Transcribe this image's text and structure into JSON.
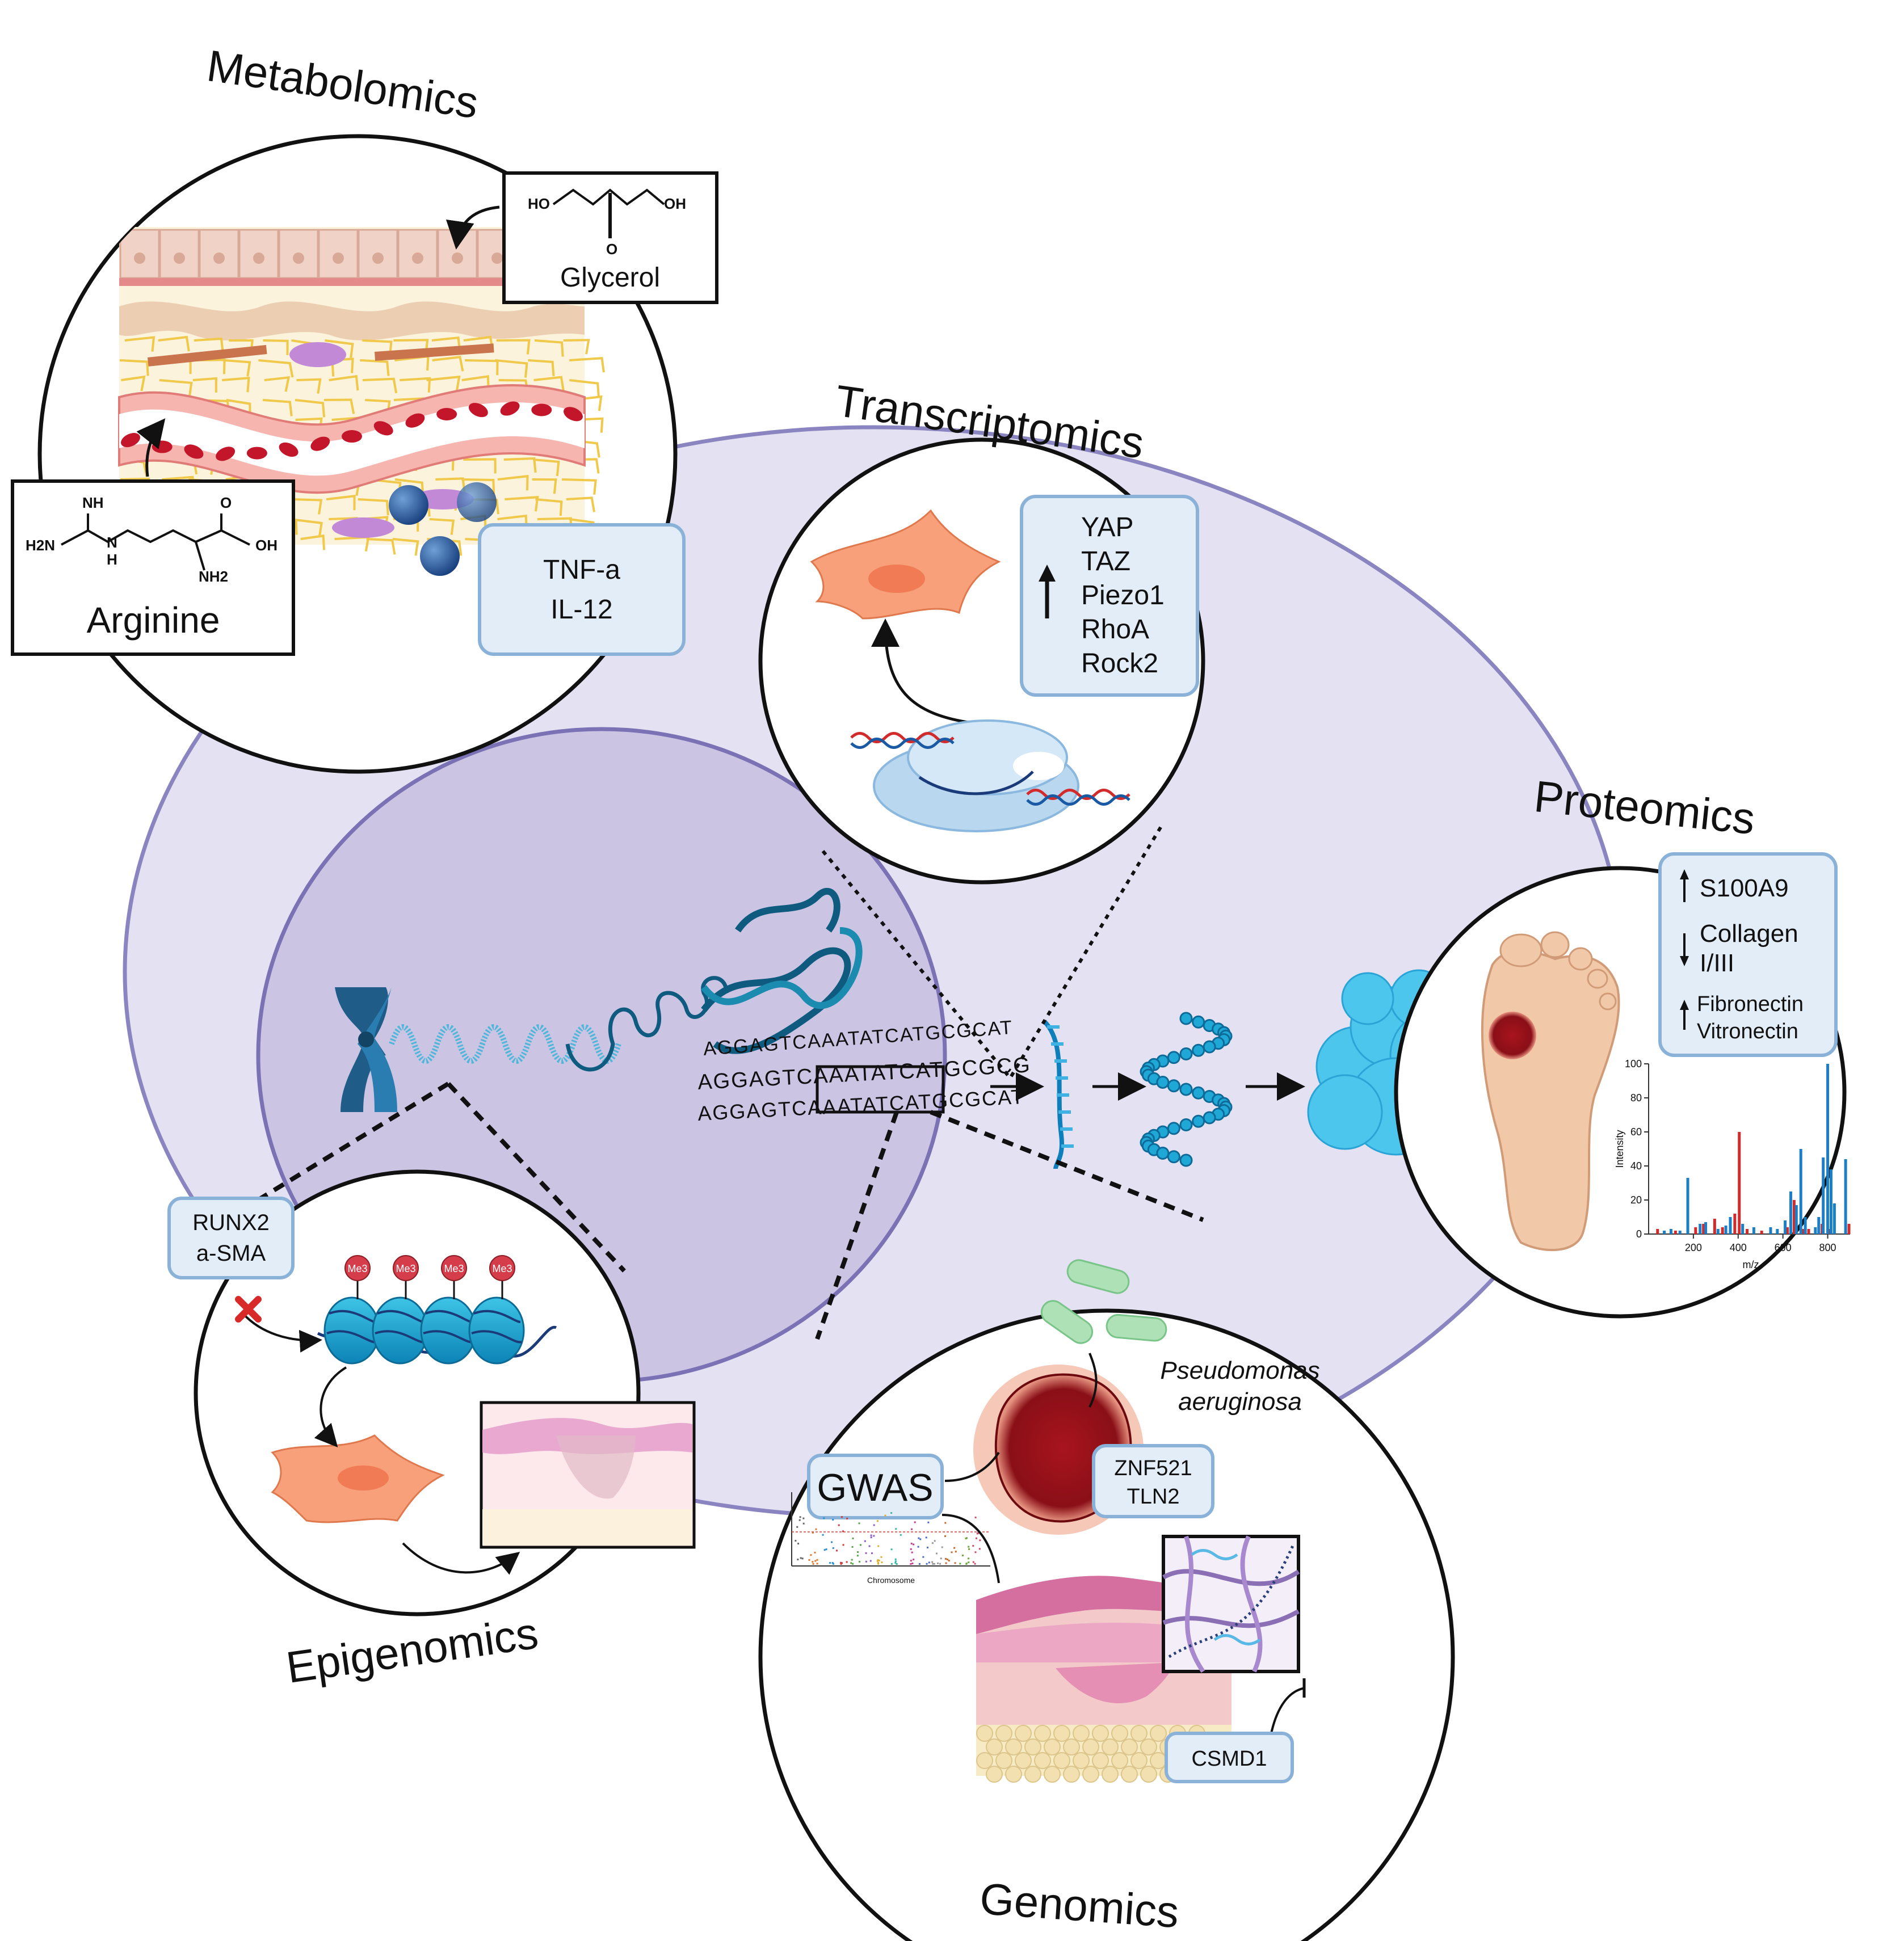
{
  "sections": {
    "metabolomics": "Metabolomics",
    "transcriptomics": "Transcriptomics",
    "proteomics": "Proteomics",
    "epigenomics": "Epigenomics",
    "genomics": "Genomics"
  },
  "metabolomics": {
    "glycerol": {
      "name": "Glycerol",
      "ho": "HO",
      "oh": "OH",
      "o": "O"
    },
    "arginine": {
      "name": "Arginine",
      "nh": "NH",
      "h2n": "H2N",
      "n": "N",
      "h": "H",
      "o": "O",
      "oh": "OH",
      "nh2": "NH2"
    },
    "cytokines": [
      "TNF-a",
      "IL-12"
    ]
  },
  "transcriptomics": {
    "genes": [
      "YAP",
      "TAZ",
      "Piezo1",
      "RhoA",
      "Rock2"
    ]
  },
  "proteomics": {
    "up1": "S100A9",
    "down": [
      "Collagen",
      "I/III"
    ],
    "up2": [
      "Fibronectin",
      "Vitronectin"
    ],
    "chart": {
      "xlabel": "m/z",
      "ylabel": "Intensity"
    }
  },
  "epigenomics": {
    "markers": [
      "RUNX2",
      "a-SMA"
    ],
    "methyl_label": "Me3"
  },
  "genomics": {
    "organism": [
      "Pseudomonas",
      "aeruginosa"
    ],
    "gwas": "GWAS",
    "genes": [
      "ZNF521",
      "TLN2"
    ],
    "csmd1": "CSMD1",
    "manhattan_xlabel": "Chromosome"
  },
  "dna_sequences": [
    "AGGAGTCAAATATCATGCGCAT",
    "AGGAGTCAAATATCATGCGCG",
    "AGGAGTCAAATATCATGCGCAT"
  ],
  "chart_data": {
    "type": "bar",
    "title": "",
    "xlabel": "m/z",
    "ylabel": "Intensity",
    "xlim": [
      0,
      900
    ],
    "ylim": [
      0,
      100
    ],
    "xticks": [
      200,
      400,
      600,
      800
    ],
    "yticks": [
      0,
      20,
      40,
      60,
      80,
      100
    ],
    "series": [
      {
        "color": "#d22b2b",
        "x": [
          40,
          120,
          210,
          245,
          295,
          330,
          385,
          405,
          440,
          505,
          620,
          650,
          690,
          715,
          775,
          805,
          895
        ],
        "y": [
          3,
          2,
          4,
          6,
          9,
          4,
          12,
          60,
          3,
          2,
          4,
          20,
          3,
          3,
          6,
          3,
          6
        ]
      },
      {
        "color": "#1a7fc6",
        "x": [
          70,
          100,
          140,
          175,
          230,
          255,
          310,
          345,
          365,
          420,
          470,
          545,
          575,
          610,
          635,
          660,
          680,
          700,
          745,
          760,
          780,
          800,
          815,
          830,
          880
        ],
        "y": [
          2,
          3,
          2,
          33,
          6,
          7,
          3,
          5,
          10,
          6,
          4,
          4,
          3,
          8,
          25,
          17,
          50,
          10,
          4,
          10,
          45,
          100,
          38,
          18,
          44
        ]
      }
    ]
  }
}
